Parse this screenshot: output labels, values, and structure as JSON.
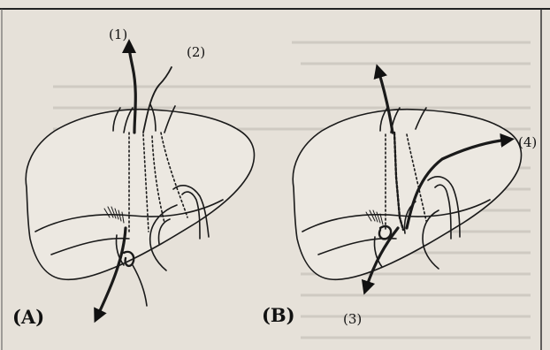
{
  "figure": {
    "panel_a_label": "(A)",
    "panel_b_label": "(B)",
    "markers": {
      "m1": "(1)",
      "m2": "(2)",
      "m3": "(3)",
      "m4": "(4)"
    },
    "colors": {
      "paper": "#e6e1d9",
      "ink": "#1a1a1a",
      "background_text": "#b5b0a8"
    }
  }
}
